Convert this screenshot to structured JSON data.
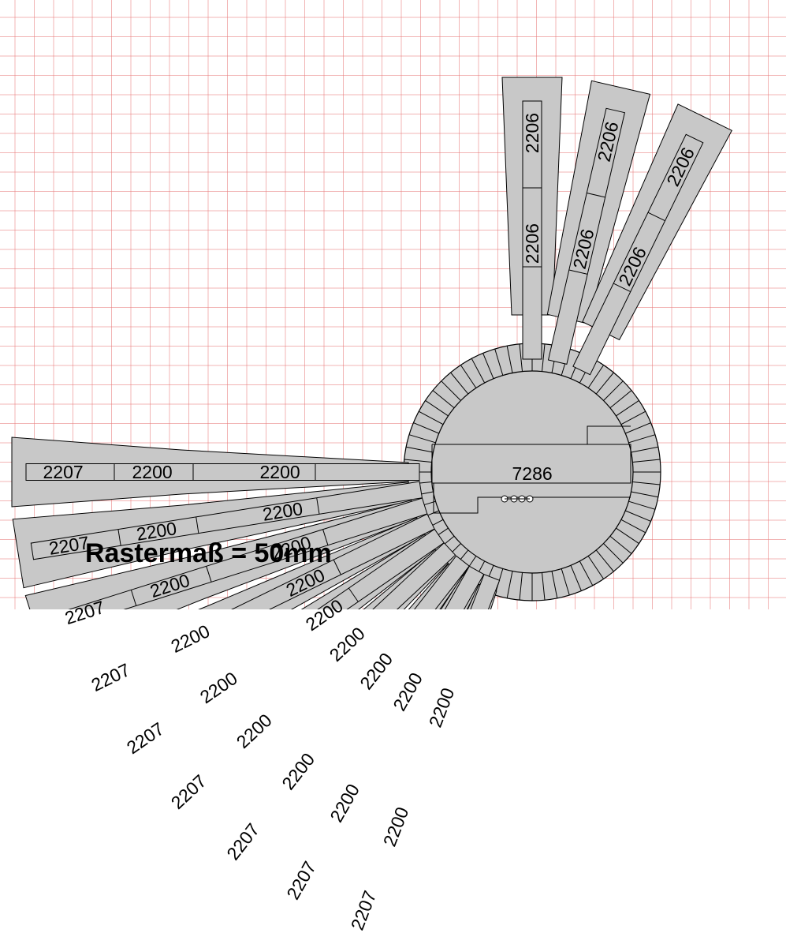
{
  "caption": "Rastermaß = 50mm",
  "turntable": {
    "label": "7286"
  },
  "fan_tracks": [
    {
      "labels": [
        "2207",
        "2200",
        "2200"
      ]
    },
    {
      "labels": [
        "2207",
        "2200",
        "2200"
      ]
    },
    {
      "labels": [
        "2207",
        "2200",
        "2200"
      ]
    },
    {
      "labels": [
        "2207",
        "2200",
        "2200"
      ]
    },
    {
      "labels": [
        "2207",
        "2200",
        "2200"
      ]
    },
    {
      "labels": [
        "2207",
        "2200",
        "2200"
      ]
    },
    {
      "labels": [
        "2207",
        "2200",
        "2200"
      ]
    },
    {
      "labels": [
        "2207",
        "2200",
        "2200"
      ]
    },
    {
      "labels": [
        "2207",
        "2200",
        "2200"
      ]
    }
  ],
  "right_tracks": [
    {
      "labels": [
        "2206",
        "2206"
      ]
    },
    {
      "labels": [
        "2206",
        "2206"
      ]
    },
    {
      "labels": [
        "2206",
        "2206"
      ]
    }
  ],
  "colors": {
    "platform_fill": "#c8c8c8",
    "stroke": "#000000",
    "grid": "#e87878"
  }
}
